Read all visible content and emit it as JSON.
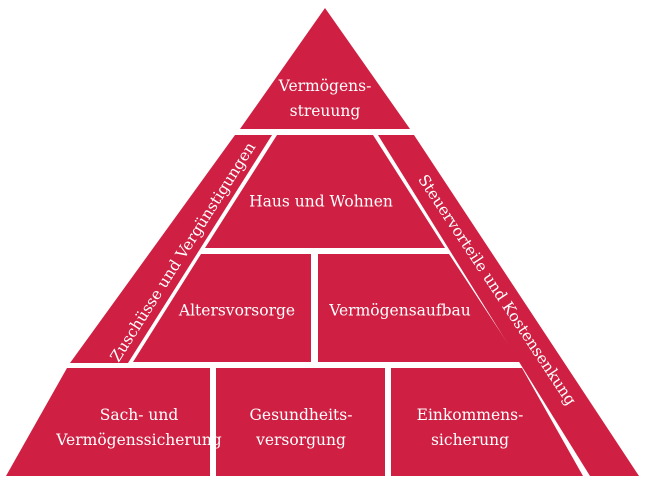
{
  "colors": {
    "block_fill": "#cf1f42",
    "separator": "#ffffff",
    "text": "#ffffff"
  },
  "pyramid": {
    "apex": {
      "line1": "Vermögens-",
      "line2": "streuung"
    },
    "tier2": {
      "label": "Haus und Wohnen"
    },
    "tier3": {
      "left": "Altersvorsorge",
      "right": "Vermögensaufbau"
    },
    "base": {
      "left": {
        "line1": "Sach- und",
        "line2": "Vermögenssicherung"
      },
      "middle": {
        "line1": "Gesundheits-",
        "line2": "versorgung"
      },
      "right": {
        "line1": "Einkommens-",
        "line2": "sicherung"
      }
    },
    "side_left": "Zuschüsse und Vergünstigungen",
    "side_right": "Steuervorteile und Kostensenkung"
  }
}
